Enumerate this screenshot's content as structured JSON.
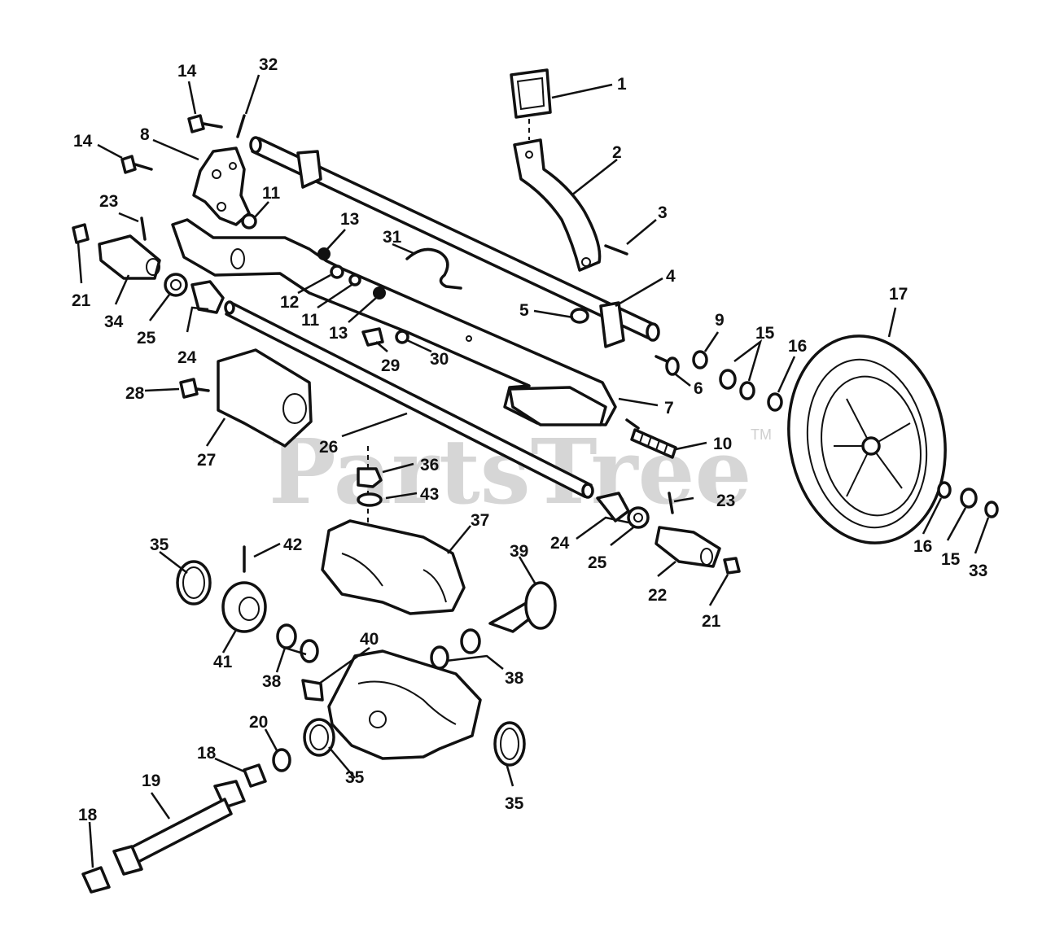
{
  "watermark": {
    "text": "PartsTree",
    "tm": "TM"
  },
  "callouts": [
    "1",
    "2",
    "3",
    "4",
    "5",
    "6",
    "7",
    "8",
    "9",
    "10",
    "11",
    "11",
    "12",
    "13",
    "13",
    "14",
    "14",
    "15",
    "15",
    "16",
    "16",
    "17",
    "18",
    "18",
    "19",
    "20",
    "21",
    "21",
    "22",
    "23",
    "23",
    "24",
    "24",
    "25",
    "25",
    "26",
    "27",
    "28",
    "29",
    "30",
    "31",
    "32",
    "33",
    "34",
    "35",
    "35",
    "35",
    "36",
    "37",
    "38",
    "38",
    "39",
    "40",
    "41",
    "42",
    "43"
  ]
}
